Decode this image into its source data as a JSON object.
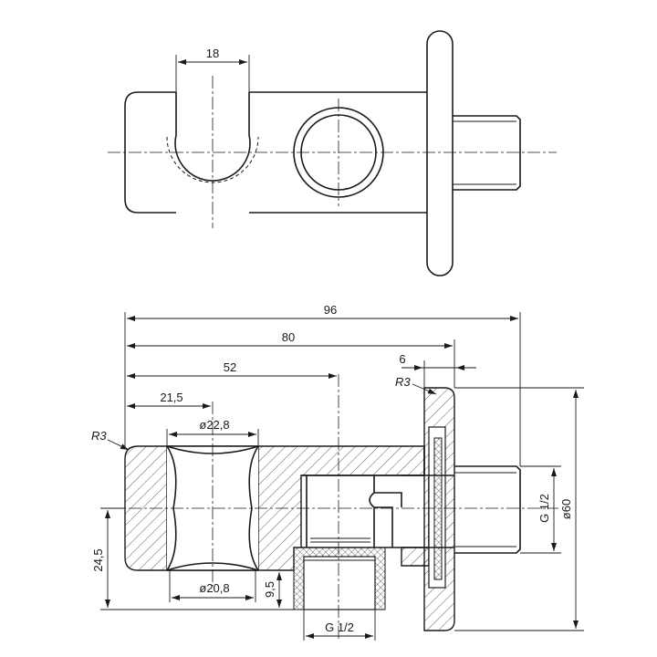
{
  "dimensions": {
    "top_width": "18",
    "overall_length": "96",
    "body_length": "80",
    "axis_distance": "52",
    "holder_distance": "21,5",
    "flange_thickness": "6",
    "radius_flange": "R3",
    "radius_body": "R3",
    "diameter_upper": "ø22,8",
    "diameter_lower": "ø20,8",
    "height_offset": "24,5",
    "thread_depth": "9,5",
    "thread_outlet_bottom": "G 1/2",
    "thread_outlet_right": "G 1/2",
    "flange_diameter": "ø60"
  }
}
